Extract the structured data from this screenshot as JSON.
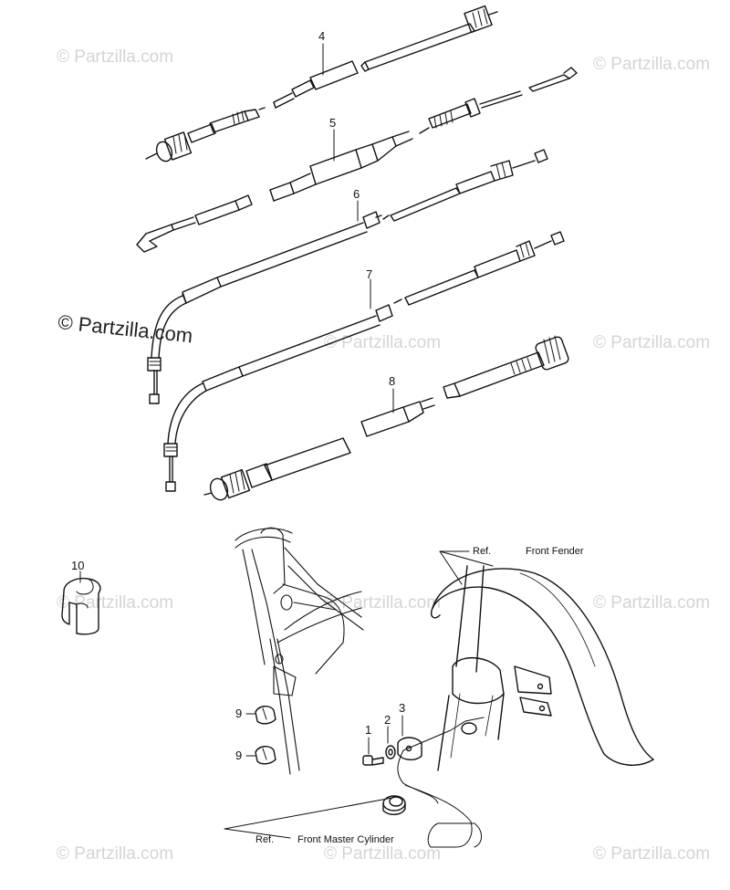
{
  "watermark": {
    "text": "© Partzilla.com",
    "prominent_text": "© Partzilla.com"
  },
  "callouts": {
    "c1": "1",
    "c2": "2",
    "c3": "3",
    "c4": "4",
    "c5": "5",
    "c6": "6",
    "c7": "7",
    "c8": "8",
    "c9a": "9",
    "c9b": "9",
    "c10": "10"
  },
  "references": {
    "fender_ref": "Ref.",
    "fender_label": "Front Fender",
    "cylinder_ref": "Ref.",
    "cylinder_label": "Front Master Cylinder"
  },
  "colors": {
    "line": "#111111",
    "watermark": "#d4d4d4"
  }
}
